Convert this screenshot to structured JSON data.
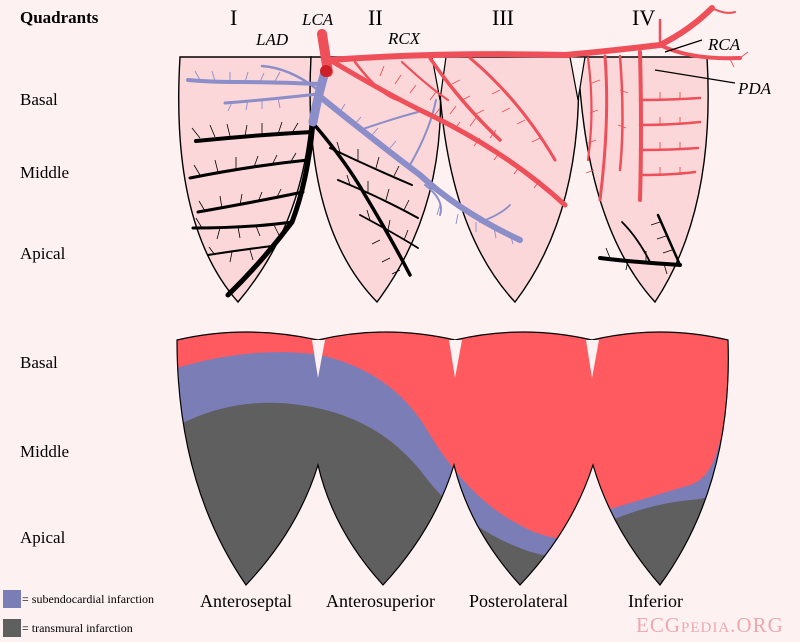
{
  "header": {
    "title": "Quadrants",
    "quadrants": [
      "I",
      "II",
      "III",
      "IV"
    ]
  },
  "rows_top": [
    "Basal",
    "Middle",
    "Apical"
  ],
  "rows_bottom": [
    "Basal",
    "Middle",
    "Apical"
  ],
  "vessels": {
    "lca": "LCA",
    "lad": "LAD",
    "rcx": "RCX",
    "rca": "RCA",
    "pda": "PDA"
  },
  "regions": [
    "Anteroseptal",
    "Anterosuperior",
    "Posterolateral",
    "Inferior"
  ],
  "legend": [
    {
      "label": "= subendocardial infarction",
      "color": "#7b7db6"
    },
    {
      "label": "= transmural infarction",
      "color": "#5f5f5f"
    }
  ],
  "brand": {
    "big1": "ECG",
    "small": "PEDIA",
    "big2": ".ORG"
  },
  "colors": {
    "myocardium": "#fbd7d9",
    "artery": "#ef4f58",
    "lad": "#8b8ec8",
    "perfused": "#ff5a5f"
  }
}
